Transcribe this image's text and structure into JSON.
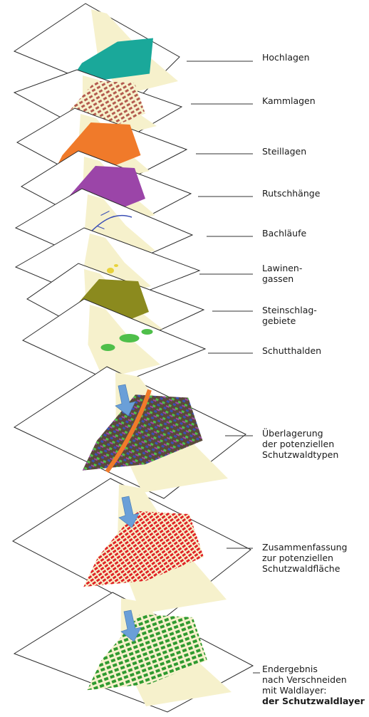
{
  "layers": [
    {
      "key": "hochlagen",
      "label_lines": [
        "Hochlagen"
      ],
      "color": "#1aa89a"
    },
    {
      "key": "kammlagen",
      "label_lines": [
        "Kammlagen"
      ],
      "color": "#b35a4e"
    },
    {
      "key": "steillagen",
      "label_lines": [
        "Steillagen"
      ],
      "color": "#f07a2a"
    },
    {
      "key": "rutschhaenge",
      "label_lines": [
        "Rutschhänge"
      ],
      "color": "#9b45a8"
    },
    {
      "key": "bachlaeufe",
      "label_lines": [
        "Bachläufe"
      ],
      "color": "#3b4fb5"
    },
    {
      "key": "lawinengassen",
      "label_lines": [
        "Lawinen-",
        "gassen"
      ],
      "color": "#e8d23a"
    },
    {
      "key": "steinschlaggebiete",
      "label_lines": [
        "Steinschlag-",
        "gebiete"
      ],
      "color": "#8b8a1e"
    },
    {
      "key": "schutthalden",
      "label_lines": [
        "Schutthalden"
      ],
      "color": "#4fbf4a"
    }
  ],
  "results": [
    {
      "key": "ueberlagerung",
      "label_lines": [
        "Überlagerung",
        "der potenziellen",
        "Schutzwaldtypen"
      ]
    },
    {
      "key": "zusammenfassung",
      "label_lines": [
        "Zusammenfassung",
        "zur potenziellen",
        "Schutzwaldfläche"
      ],
      "color": "#e02226"
    },
    {
      "key": "endergebnis",
      "label_lines": [
        "Endergebnis",
        "nach Verschneiden",
        "mit Waldlayer:"
      ],
      "label_bold": "der Schutzwaldlayer",
      "color": "#2f9a2f"
    }
  ],
  "colors": {
    "base_terrain": "#f6f1cc",
    "arrow": "#6a9fd8",
    "plane_stroke": "#2a2a2a"
  }
}
